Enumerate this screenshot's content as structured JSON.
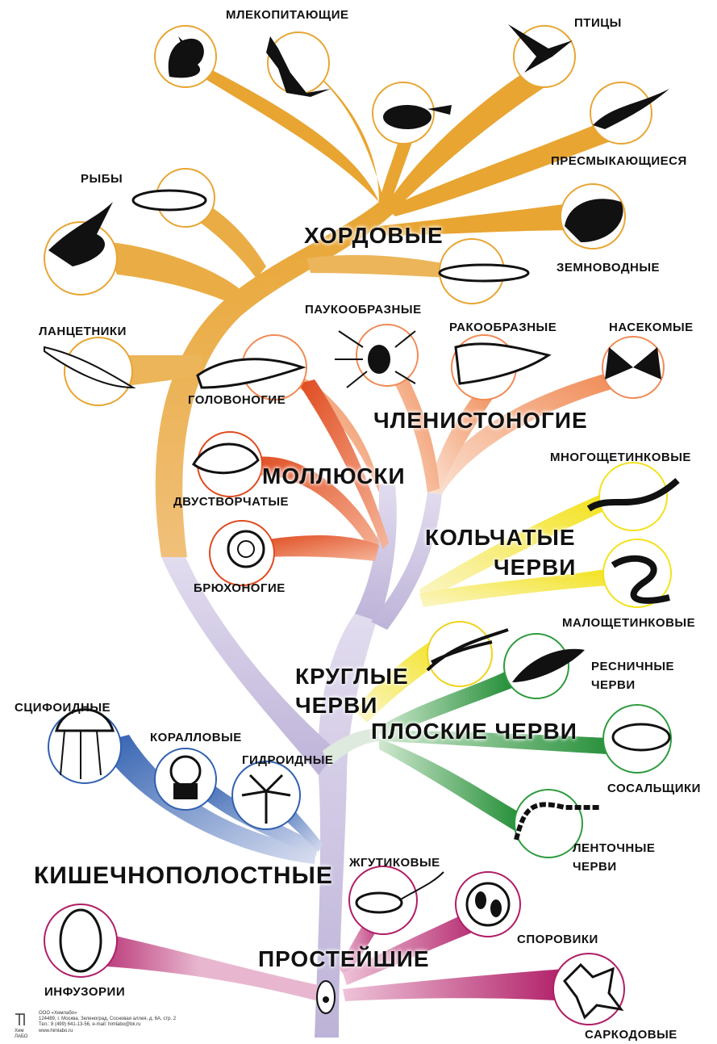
{
  "phyla": {
    "chordata": "ХОРДОВЫЕ",
    "arthropoda": "ЧЛЕНИСТОНОГИЕ",
    "mollusca": "МОЛЛЮСКИ",
    "annelida_1": "КОЛЬЧАТЫЕ",
    "annelida_2": "ЧЕРВИ",
    "nematoda_1": "КРУГЛЫЕ",
    "nematoda_2": "ЧЕРВИ",
    "platyhelminthes": "ПЛОСКИЕ ЧЕРВИ",
    "cnidaria": "КИШЕЧНОПОЛОСТНЫЕ",
    "protozoa": "ПРОСТЕЙШИЕ"
  },
  "classes": {
    "mammals": "МЛЕКОПИТАЮЩИЕ",
    "birds": "ПТИЦЫ",
    "reptiles": "ПРЕСМЫКАЮЩИЕСЯ",
    "fish": "РЫБЫ",
    "amphibians": "ЗЕМНОВОДНЫЕ",
    "lancelets": "ЛАНЦЕТНИКИ",
    "arachnids": "ПАУКООБРАЗНЫЕ",
    "crustaceans": "РАКООБРАЗНЫЕ",
    "insects": "НАСЕКОМЫЕ",
    "cephalopods": "ГОЛОВОНОГИЕ",
    "bivalves": "ДВУСТВОРЧАТЫЕ",
    "gastropods": "БРЮХОНОГИЕ",
    "polychaetes": "МНОГОЩЕТИНКОВЫЕ",
    "oligochaetes": "МАЛОЩЕТИНКОВЫЕ",
    "turbellaria_1": "РЕСНИЧНЫЕ",
    "turbellaria_2": "ЧЕРВИ",
    "flukes": "СОСАЛЬЩИКИ",
    "tapeworms_1": "ЛЕНТОЧНЫЕ",
    "tapeworms_2": "ЧЕРВИ",
    "scyphozoa": "СЦИФОИДНЫЕ",
    "corals": "КОРАЛЛОВЫЕ",
    "hydrozoa": "ГИДРОИДНЫЕ",
    "flagellates": "ЖГУТИКОВЫЕ",
    "sporozoa": "СПОРОВИКИ",
    "ciliates": "ИНФУЗОРИИ",
    "sarcodina": "САРКОДОВЫЕ"
  },
  "footer": {
    "company": "ООО «Химлабо»",
    "address": "124489, г. Москва, Зеленоград, Сосновая аллея, д. 6А, стр. 2",
    "contacts": "Тел.: 8 (499) 641-13-56, e-mail: himlabo@bk.ru",
    "site": "www.himlabo.ru"
  },
  "colors": {
    "trunk": "#cfc7e3",
    "chordata": "#e8a532",
    "arthropoda": "#f2a87a",
    "mollusca": "#e3582a",
    "annelida": "#f3e21c",
    "nematoda": "#f0d31a",
    "platyhelminthes": "#2e9b3e",
    "cnidaria": "#3d6bb5",
    "protozoa": "#b4216a"
  },
  "icons": [
    "squirrel-icon",
    "kangaroo-icon",
    "platypus-icon",
    "bird-icon",
    "lizard-icon",
    "fish-icon",
    "shark-icon",
    "frog-icon",
    "lungfish-icon",
    "lancelet-icon",
    "squid-icon",
    "spider-icon",
    "crayfish-icon",
    "butterfly-icon",
    "clam-icon",
    "snail-icon",
    "polychaete-icon",
    "earthworm-icon",
    "roundworm-icon",
    "planaria-icon",
    "fluke-icon",
    "tapeworm-icon",
    "jellyfish-icon",
    "anemone-icon",
    "hydra-icon",
    "euglena-icon",
    "sporozoan-icon",
    "paramecium-icon",
    "amoeba-icon"
  ]
}
